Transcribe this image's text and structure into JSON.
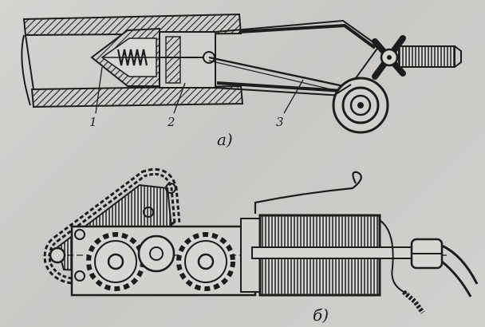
{
  "figure_a": {
    "caption": "а)",
    "callouts": [
      {
        "id": "1",
        "text": "1"
      },
      {
        "id": "2",
        "text": "2"
      },
      {
        "id": "3",
        "text": "3"
      }
    ]
  },
  "figure_b": {
    "caption": "б)"
  },
  "icons": {
    "pipe": "pipe-section",
    "spring": "coil-spring",
    "handwheel": "handwheel-icon",
    "pulley": "pulley-icon",
    "gear": "sprocket-gear",
    "motor": "electric-motor",
    "chain": "drive-chain"
  },
  "colors": {
    "ink": "#1d1d1d",
    "paper": "#cfcdca"
  }
}
